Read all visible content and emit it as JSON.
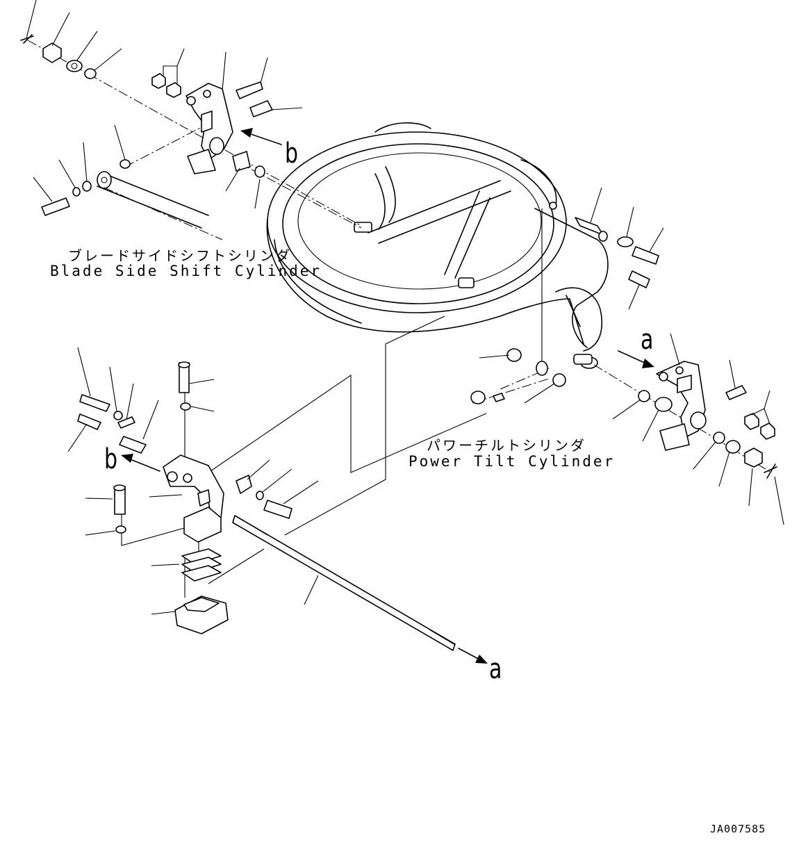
{
  "labels": {
    "blade_side_shift_jp": "ブレードサイドシフトシリンダ",
    "blade_side_shift_en": "Blade Side Shift Cylinder",
    "power_tilt_jp": "パワーチルトシリンダ",
    "power_tilt_en": "Power Tilt Cylinder"
  },
  "refs": {
    "b_top": "b",
    "b_left": "b",
    "a_right": "a",
    "a_bottom": "a"
  },
  "drawing_code": "JA007585"
}
